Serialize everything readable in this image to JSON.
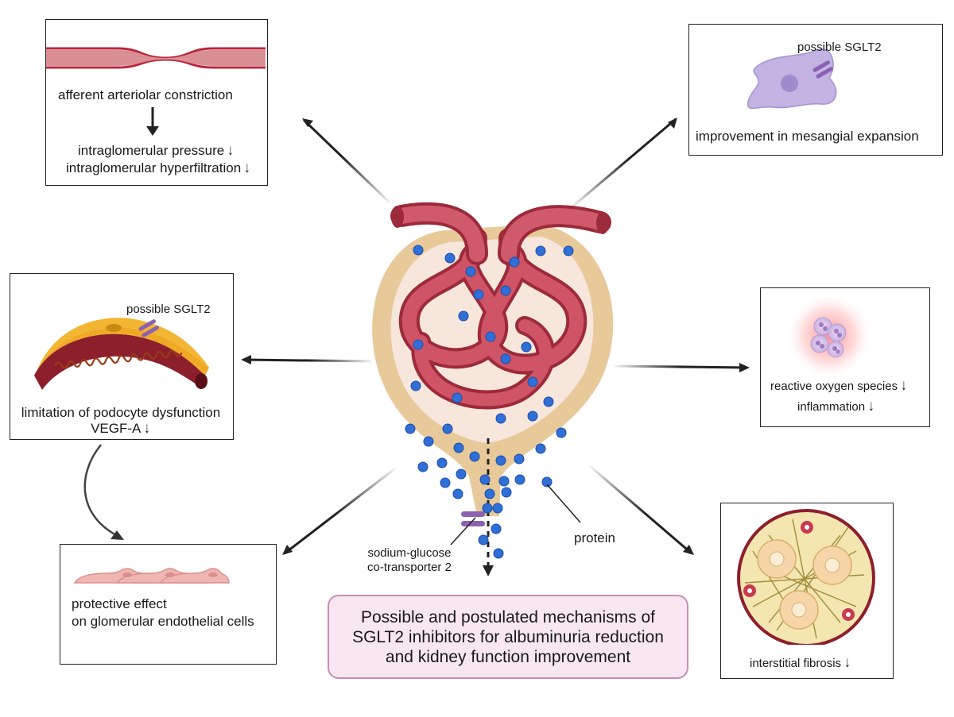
{
  "title": {
    "line1": "Possible and postulated mechanisms of",
    "line2": "SGLT2 inhibitors for albuminuria reduction",
    "line3": "and kidney function improvement"
  },
  "box_arteriole": {
    "label1": "afferent arteriolar constriction",
    "label2": "intraglomerular pressure",
    "label3": "intraglomerular hyperfiltration",
    "arrow_glyph": "↓"
  },
  "box_mesangial": {
    "sglt2_label": "possible SGLT2",
    "label": "improvement in mesangial expansion"
  },
  "box_podocyte": {
    "sglt2_label": "possible SGLT2",
    "label1": "limitation of podocyte dysfunction",
    "label2": "VEGF-A",
    "arrow_glyph": "↓"
  },
  "box_ros": {
    "label1": "reactive oxygen species",
    "label2": "inflammation",
    "arrow_glyph": "↓"
  },
  "box_endothelial": {
    "label1": "protective effect",
    "label2": "on glomerular endothelial cells"
  },
  "box_fibrosis": {
    "label": "interstitial fibrosis",
    "arrow_glyph": "↓"
  },
  "glomerulus": {
    "sglt2_label1": "sodium-glucose",
    "sglt2_label2": "co-transporter 2",
    "protein_label": "protein"
  },
  "colors": {
    "capsule": "#e8c99a",
    "capsule_inner": "#f7e6dc",
    "vessel": "#c94a5c",
    "vessel_dark": "#9c2a3a",
    "protein": "#2f6fd6",
    "sglt2": "#8a62b0",
    "title_bg": "#f8e6f1",
    "title_border": "#c98db4"
  }
}
